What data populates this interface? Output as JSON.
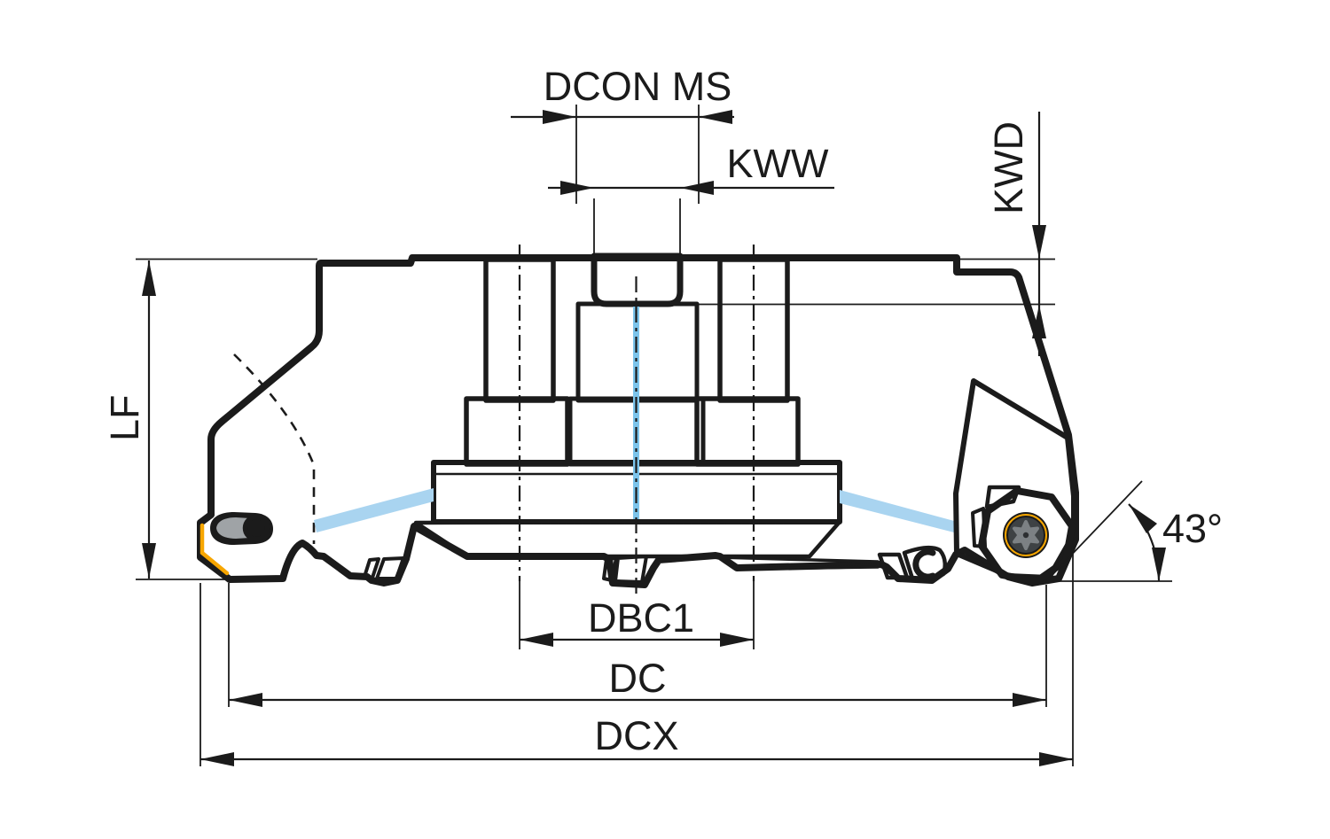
{
  "drawing": {
    "title": "Face milling cutter cross-section dimension drawing",
    "type": "technical-dimension-diagram"
  },
  "labels": {
    "dcon_ms": "DCON MS",
    "kww": "KWW",
    "kwd": "KWD",
    "lf": "LF",
    "dbc1": "DBC1",
    "dc": "DC",
    "dcx": "DCX",
    "angle": "43°"
  },
  "colors": {
    "outline": "#1B1B1B",
    "body_gray": "#D4D5D7",
    "insert_orange": "#F7A600",
    "coolant_blue": "#7CC4EB",
    "coolant_blue_light": "#A9D4F0",
    "coolant_blue_pale": "#BBDEF4",
    "pocket_dark_gray": "#6E7173",
    "clamp_gray": "#9FA3A6",
    "screw_dark": "#3E4244",
    "screw_star_gray": "#7C8184",
    "pin_gray": "#6E7276"
  }
}
